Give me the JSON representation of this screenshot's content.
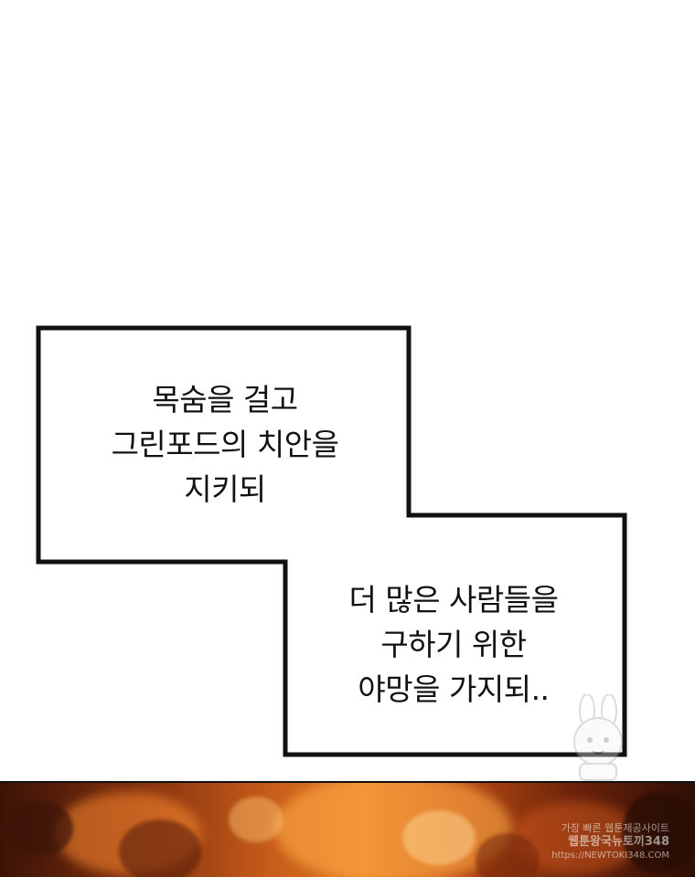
{
  "captions": [
    {
      "lines": [
        "목숨을 걸고",
        "그린포드의 치안을",
        "지키되"
      ]
    },
    {
      "lines": [
        "더 많은 사람들을",
        "구하기 위한",
        "야망을 가지되.."
      ]
    }
  ],
  "watermark": {
    "line1": "가장 빠른 웹툰제공사이트",
    "line2": "웹툰왕국뉴토끼348",
    "line3": "https://NEWTOKI348.COM"
  },
  "colors": {
    "border": "#111111",
    "text": "#111111",
    "background": "#ffffff",
    "scene_fire": "#e07a22"
  },
  "icons": {
    "mascot": "bunny-mascot-icon"
  }
}
